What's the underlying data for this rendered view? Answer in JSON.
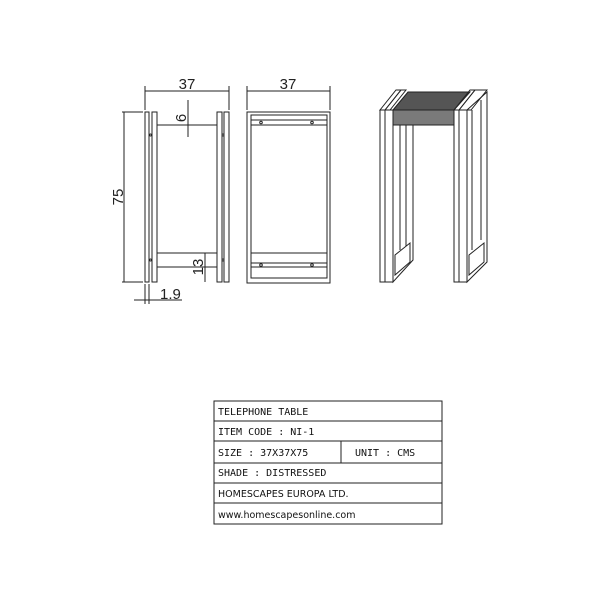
{
  "dimensions": {
    "side_width": "37",
    "front_width": "37",
    "height": "75",
    "top_rail": "6",
    "bottom_rail": "13",
    "panel_thickness": "1.9"
  },
  "title_block": {
    "title": "TELEPHONE TABLE",
    "item_code": "ITEM CODE : NI-1",
    "size": "SIZE : 37X37X75",
    "unit": "UNIT : CMS",
    "shade": "SHADE : DISTRESSED",
    "company": "HOMESCAPES EUROPA LTD.",
    "website": "www.homescapesonline.com"
  },
  "colors": {
    "line": "#222222",
    "top_fill": "#7a7a7a"
  }
}
